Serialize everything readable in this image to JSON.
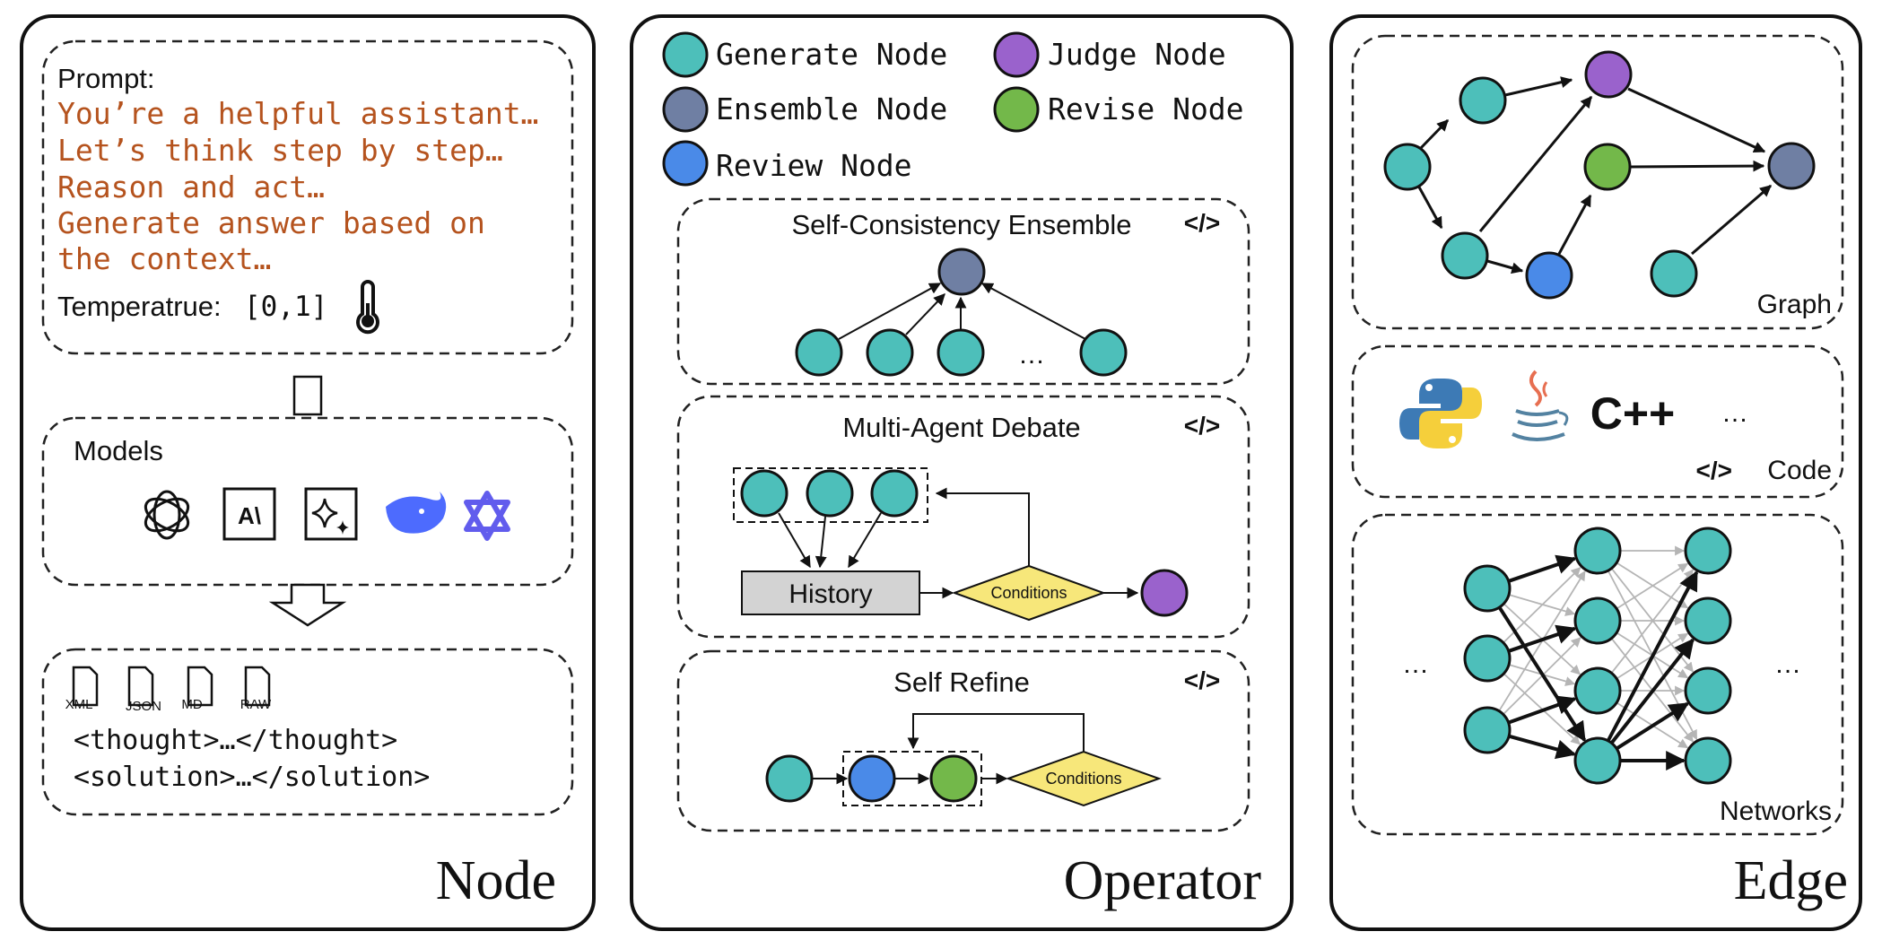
{
  "colors": {
    "generate": "#4dbfba",
    "judge": "#9a62cc",
    "ensemble": "#6f7fa3",
    "revise": "#73b84a",
    "review": "#4a8ae8",
    "prompt_text": "#b5531e",
    "conditions": "#f7e77a",
    "history": "#d3d3d3",
    "python_blue": "#3d7ab5",
    "python_yellow": "#f5cf3b",
    "java_red": "#e76f51",
    "java_blue": "#5382a1",
    "deepseek": "#4d6bfe",
    "qwen": "#615ced"
  },
  "node_panel": {
    "title": "Node",
    "prompt_label": "Prompt:",
    "prompt_lines": [
      "You’re a helpful assistant…",
      "Let’s think step by step…",
      "Reason and act…",
      "Generate answer based on",
      "the context…"
    ],
    "temperature_label": "Temperatrue:",
    "temperature_range": "[0,1]",
    "models_label": "Models",
    "model_icons": [
      "openai-icon",
      "anthropic-icon",
      "gemini-icon",
      "deepseek-icon",
      "qwen-icon"
    ],
    "anthropic_text": "A\\",
    "formats": [
      "XML",
      "JSON",
      "MD",
      "RAW"
    ],
    "output_lines": [
      "<thought>…</thought>",
      "<solution>…</solution>"
    ]
  },
  "operator_panel": {
    "title": "Operator",
    "legend": {
      "generate": "Generate Node",
      "judge": "Judge Node",
      "ensemble": "Ensemble Node",
      "revise": "Revise Node",
      "review": "Review Node"
    },
    "code_symbol": "</>",
    "self_consistency": {
      "title": "Self-Consistency Ensemble",
      "ellipsis": "…"
    },
    "debate": {
      "title": "Multi-Agent Debate",
      "history": "History",
      "conditions": "Conditions"
    },
    "refine": {
      "title": "Self Refine",
      "conditions": "Conditions"
    }
  },
  "edge_panel": {
    "title": "Edge",
    "graph_label": "Graph",
    "code_label": "Code",
    "code_symbol": "</>",
    "cpp_text": "C++",
    "ellipsis": "…",
    "networks_label": "Networks"
  }
}
